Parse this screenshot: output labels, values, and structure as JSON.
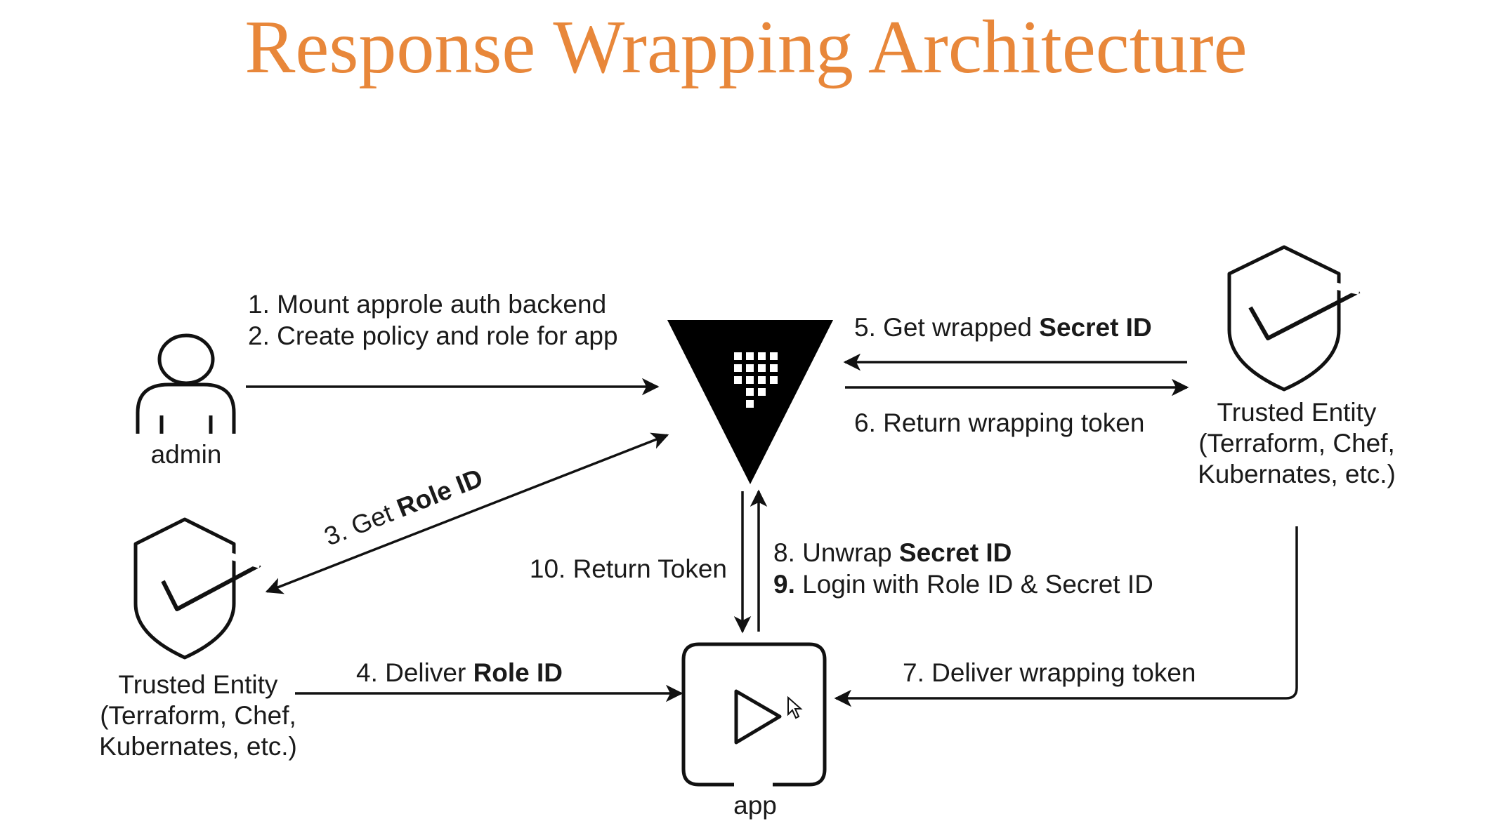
{
  "title": "Response Wrapping Architecture",
  "colors": {
    "title": "#e8873a",
    "ink": "#111111",
    "text": "#1a1a1a"
  },
  "nodes": {
    "admin": {
      "label": "admin",
      "icon": "person-icon"
    },
    "vault": {
      "icon": "vault-logo-icon"
    },
    "app": {
      "label": "app",
      "icon": "play-icon"
    },
    "trusted_right": {
      "lines": [
        "Trusted Entity",
        "(Terraform, Chef,",
        "Kubernates, etc.)"
      ],
      "icon": "shield-check-icon"
    },
    "trusted_left": {
      "lines": [
        "Trusted Entity",
        "(Terraform, Chef,",
        "Kubernates, etc.)"
      ],
      "icon": "shield-check-icon"
    }
  },
  "steps": {
    "s1": {
      "text": "1. Mount approle auth backend"
    },
    "s2": {
      "text": "2. Create policy and role for app"
    },
    "s3": {
      "pre": "3. Get ",
      "bold": "Role ID"
    },
    "s4": {
      "pre": "4. Deliver ",
      "bold": "Role ID"
    },
    "s5": {
      "pre": "5. Get wrapped ",
      "bold": "Secret ID"
    },
    "s6": {
      "text": "6. Return wrapping token"
    },
    "s7": {
      "text": "7. Deliver wrapping token"
    },
    "s8": {
      "pre": "8. Unwrap ",
      "bold": "Secret ID"
    },
    "s9": {
      "boldPre": "9.",
      "post": " Login with Role ID & Secret ID"
    },
    "s10": {
      "text": "10. Return Token"
    }
  }
}
